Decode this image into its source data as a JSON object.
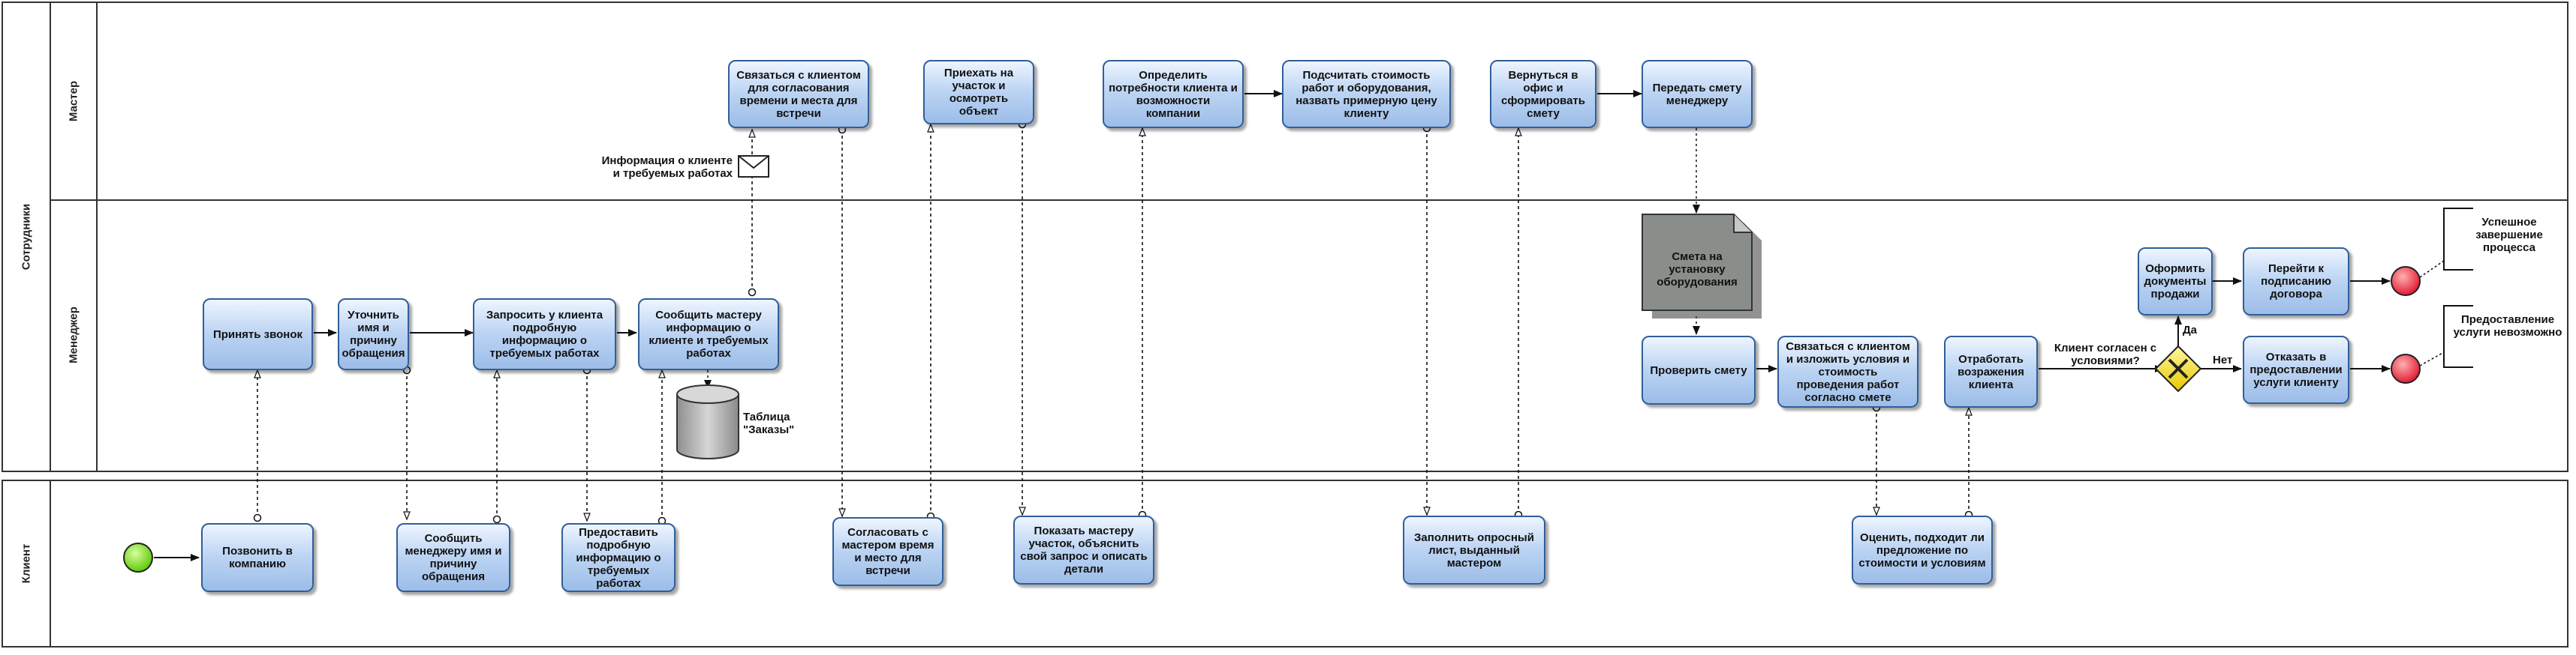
{
  "pools": {
    "staff": "Сотрудники",
    "client": "Клиент"
  },
  "lanes": {
    "master": "Мастер",
    "manager": "Менеджер"
  },
  "tasks": {
    "accept_call": "Принять звонок",
    "clarify_name": "Уточнить имя и причину обращения",
    "request_info": "Запросить у клиента подробную информацию о требуемых работах",
    "tell_master": "Сообщить мастеру информацию о клиенте и требуемых работах",
    "contact_client": "Связаться с клиентом для согласования времени и места для встречи",
    "visit_site": "Приехать на участок и осмотреть объект",
    "define_needs": "Определить потребности клиента и возможности компании",
    "calc_cost": "Подсчитать стоимость работ и оборудования, назвать примерную цену клиенту",
    "return_office": "Вернуться в офис и сформировать смету",
    "send_estimate": "Передать смету менеджеру",
    "check_estimate": "Проверить смету",
    "present_terms": "Связаться с клиентом и изложить условия и стоимость проведения работ согласно смете",
    "handle_objections": "Отработать возражения клиента",
    "prepare_docs": "Оформить документы продажи",
    "go_contract": "Перейти к подписанию договора",
    "refuse_service": "Отказать в предоставлении услуги клиенту",
    "call_company": "Позвонить в компанию",
    "tell_name": "Сообщить менеджеру имя и причину обращения",
    "provide_info": "Предоставить подробную информацию о требуемых работах",
    "agree_time": "Согласовать с мастером время и место для встречи",
    "show_site": "Показать мастеру участок, объяснить свой запрос и описать детали",
    "fill_form": "Заполнить опросный лист, выданный мастером",
    "evaluate_offer": "Оценить, подходит ли предложение по стоимости и условиям"
  },
  "artifacts": {
    "message_label": "Информация о клиенте и требуемых работах",
    "table_label": "Таблица \"Заказы\"",
    "estimate_doc": "Смета на установку оборудования"
  },
  "gateway": {
    "question": "Клиент согласен с условиями?",
    "yes": "Да",
    "no": "Нет"
  },
  "annotations": {
    "success": "Успешное завершение процесса",
    "impossible": "Предоставление услуги невозможно"
  }
}
